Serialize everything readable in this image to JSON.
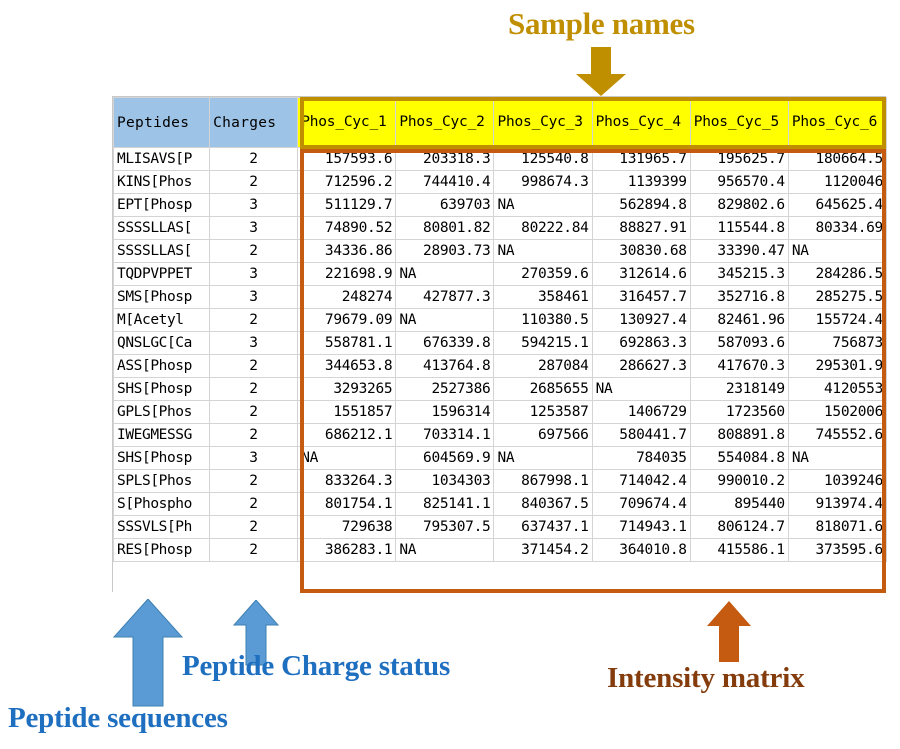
{
  "annotations": {
    "sample_names": "Sample names",
    "peptide_charge_status": "Peptide Charge status",
    "peptide_sequences": "Peptide sequences",
    "intensity_matrix": "Intensity matrix"
  },
  "colors": {
    "sample_names_accent": "#BF8F00",
    "intensity_accent": "#C55A11",
    "peptide_accent": "#1F6FC0",
    "intensity_label": "#843C0C",
    "header_blue": "#9DC3E6",
    "header_yellow": "#FFFF00"
  },
  "table": {
    "headers": {
      "peptides": "Peptides",
      "charges": "Charges",
      "samples": [
        "Phos_Cyc_1",
        "Phos_Cyc_2",
        "Phos_Cyc_3",
        "Phos_Cyc_4",
        "Phos_Cyc_5",
        "Phos_Cyc_6"
      ]
    },
    "rows": [
      {
        "peptide": "MLISAVS[P",
        "charge": "2",
        "values": [
          "157593.6",
          "203318.3",
          "125540.8",
          "131965.7",
          "195625.7",
          "180664.5"
        ]
      },
      {
        "peptide": "KINS[Phos",
        "charge": "2",
        "values": [
          "712596.2",
          "744410.4",
          "998674.3",
          "1139399",
          "956570.4",
          "1120046"
        ]
      },
      {
        "peptide": "EPT[Phosp",
        "charge": "3",
        "values": [
          "511129.7",
          "639703",
          "NA",
          "562894.8",
          "829802.6",
          "645625.4"
        ]
      },
      {
        "peptide": "SSSSLLAS[",
        "charge": "3",
        "values": [
          "74890.52",
          "80801.82",
          "80222.84",
          "88827.91",
          "115544.8",
          "80334.69"
        ]
      },
      {
        "peptide": "SSSSLLAS[",
        "charge": "2",
        "values": [
          "34336.86",
          "28903.73",
          "NA",
          "30830.68",
          "33390.47",
          "NA"
        ]
      },
      {
        "peptide": "TQDPVPPET",
        "charge": "3",
        "values": [
          "221698.9",
          "NA",
          "270359.6",
          "312614.6",
          "345215.3",
          "284286.5"
        ]
      },
      {
        "peptide": "SMS[Phosp",
        "charge": "3",
        "values": [
          "248274",
          "427877.3",
          "358461",
          "316457.7",
          "352716.8",
          "285275.5"
        ]
      },
      {
        "peptide": "M[Acetyl",
        "charge": "2",
        "values": [
          "79679.09",
          "NA",
          "110380.5",
          "130927.4",
          "82461.96",
          "155724.4"
        ]
      },
      {
        "peptide": "QNSLGC[Ca",
        "charge": "3",
        "values": [
          "558781.1",
          "676339.8",
          "594215.1",
          "692863.3",
          "587093.6",
          "756873"
        ]
      },
      {
        "peptide": "ASS[Phosp",
        "charge": "2",
        "values": [
          "344653.8",
          "413764.8",
          "287084",
          "286627.3",
          "417670.3",
          "295301.9"
        ]
      },
      {
        "peptide": "SHS[Phosp",
        "charge": "2",
        "values": [
          "3293265",
          "2527386",
          "2685655",
          "NA",
          "2318149",
          "4120553"
        ]
      },
      {
        "peptide": "GPLS[Phos",
        "charge": "2",
        "values": [
          "1551857",
          "1596314",
          "1253587",
          "1406729",
          "1723560",
          "1502006"
        ]
      },
      {
        "peptide": "IWEGMESSG",
        "charge": "2",
        "values": [
          "686212.1",
          "703314.1",
          "697566",
          "580441.7",
          "808891.8",
          "745552.6"
        ]
      },
      {
        "peptide": "SHS[Phosp",
        "charge": "3",
        "values": [
          "NA",
          "604569.9",
          "NA",
          "784035",
          "554084.8",
          "NA"
        ]
      },
      {
        "peptide": "SPLS[Phos",
        "charge": "2",
        "values": [
          "833264.3",
          "1034303",
          "867998.1",
          "714042.4",
          "990010.2",
          "1039246"
        ]
      },
      {
        "peptide": "S[Phospho",
        "charge": "2",
        "values": [
          "801754.1",
          "825141.1",
          "840367.5",
          "709674.4",
          "895440",
          "913974.4"
        ]
      },
      {
        "peptide": "SSSVLS[Ph",
        "charge": "2",
        "values": [
          "729638",
          "795307.5",
          "637437.1",
          "714943.1",
          "806124.7",
          "818071.6"
        ]
      },
      {
        "peptide": "RES[Phosp",
        "charge": "2",
        "values": [
          "386283.1",
          "NA",
          "371454.2",
          "364010.8",
          "415586.1",
          "373595.6"
        ]
      }
    ]
  }
}
